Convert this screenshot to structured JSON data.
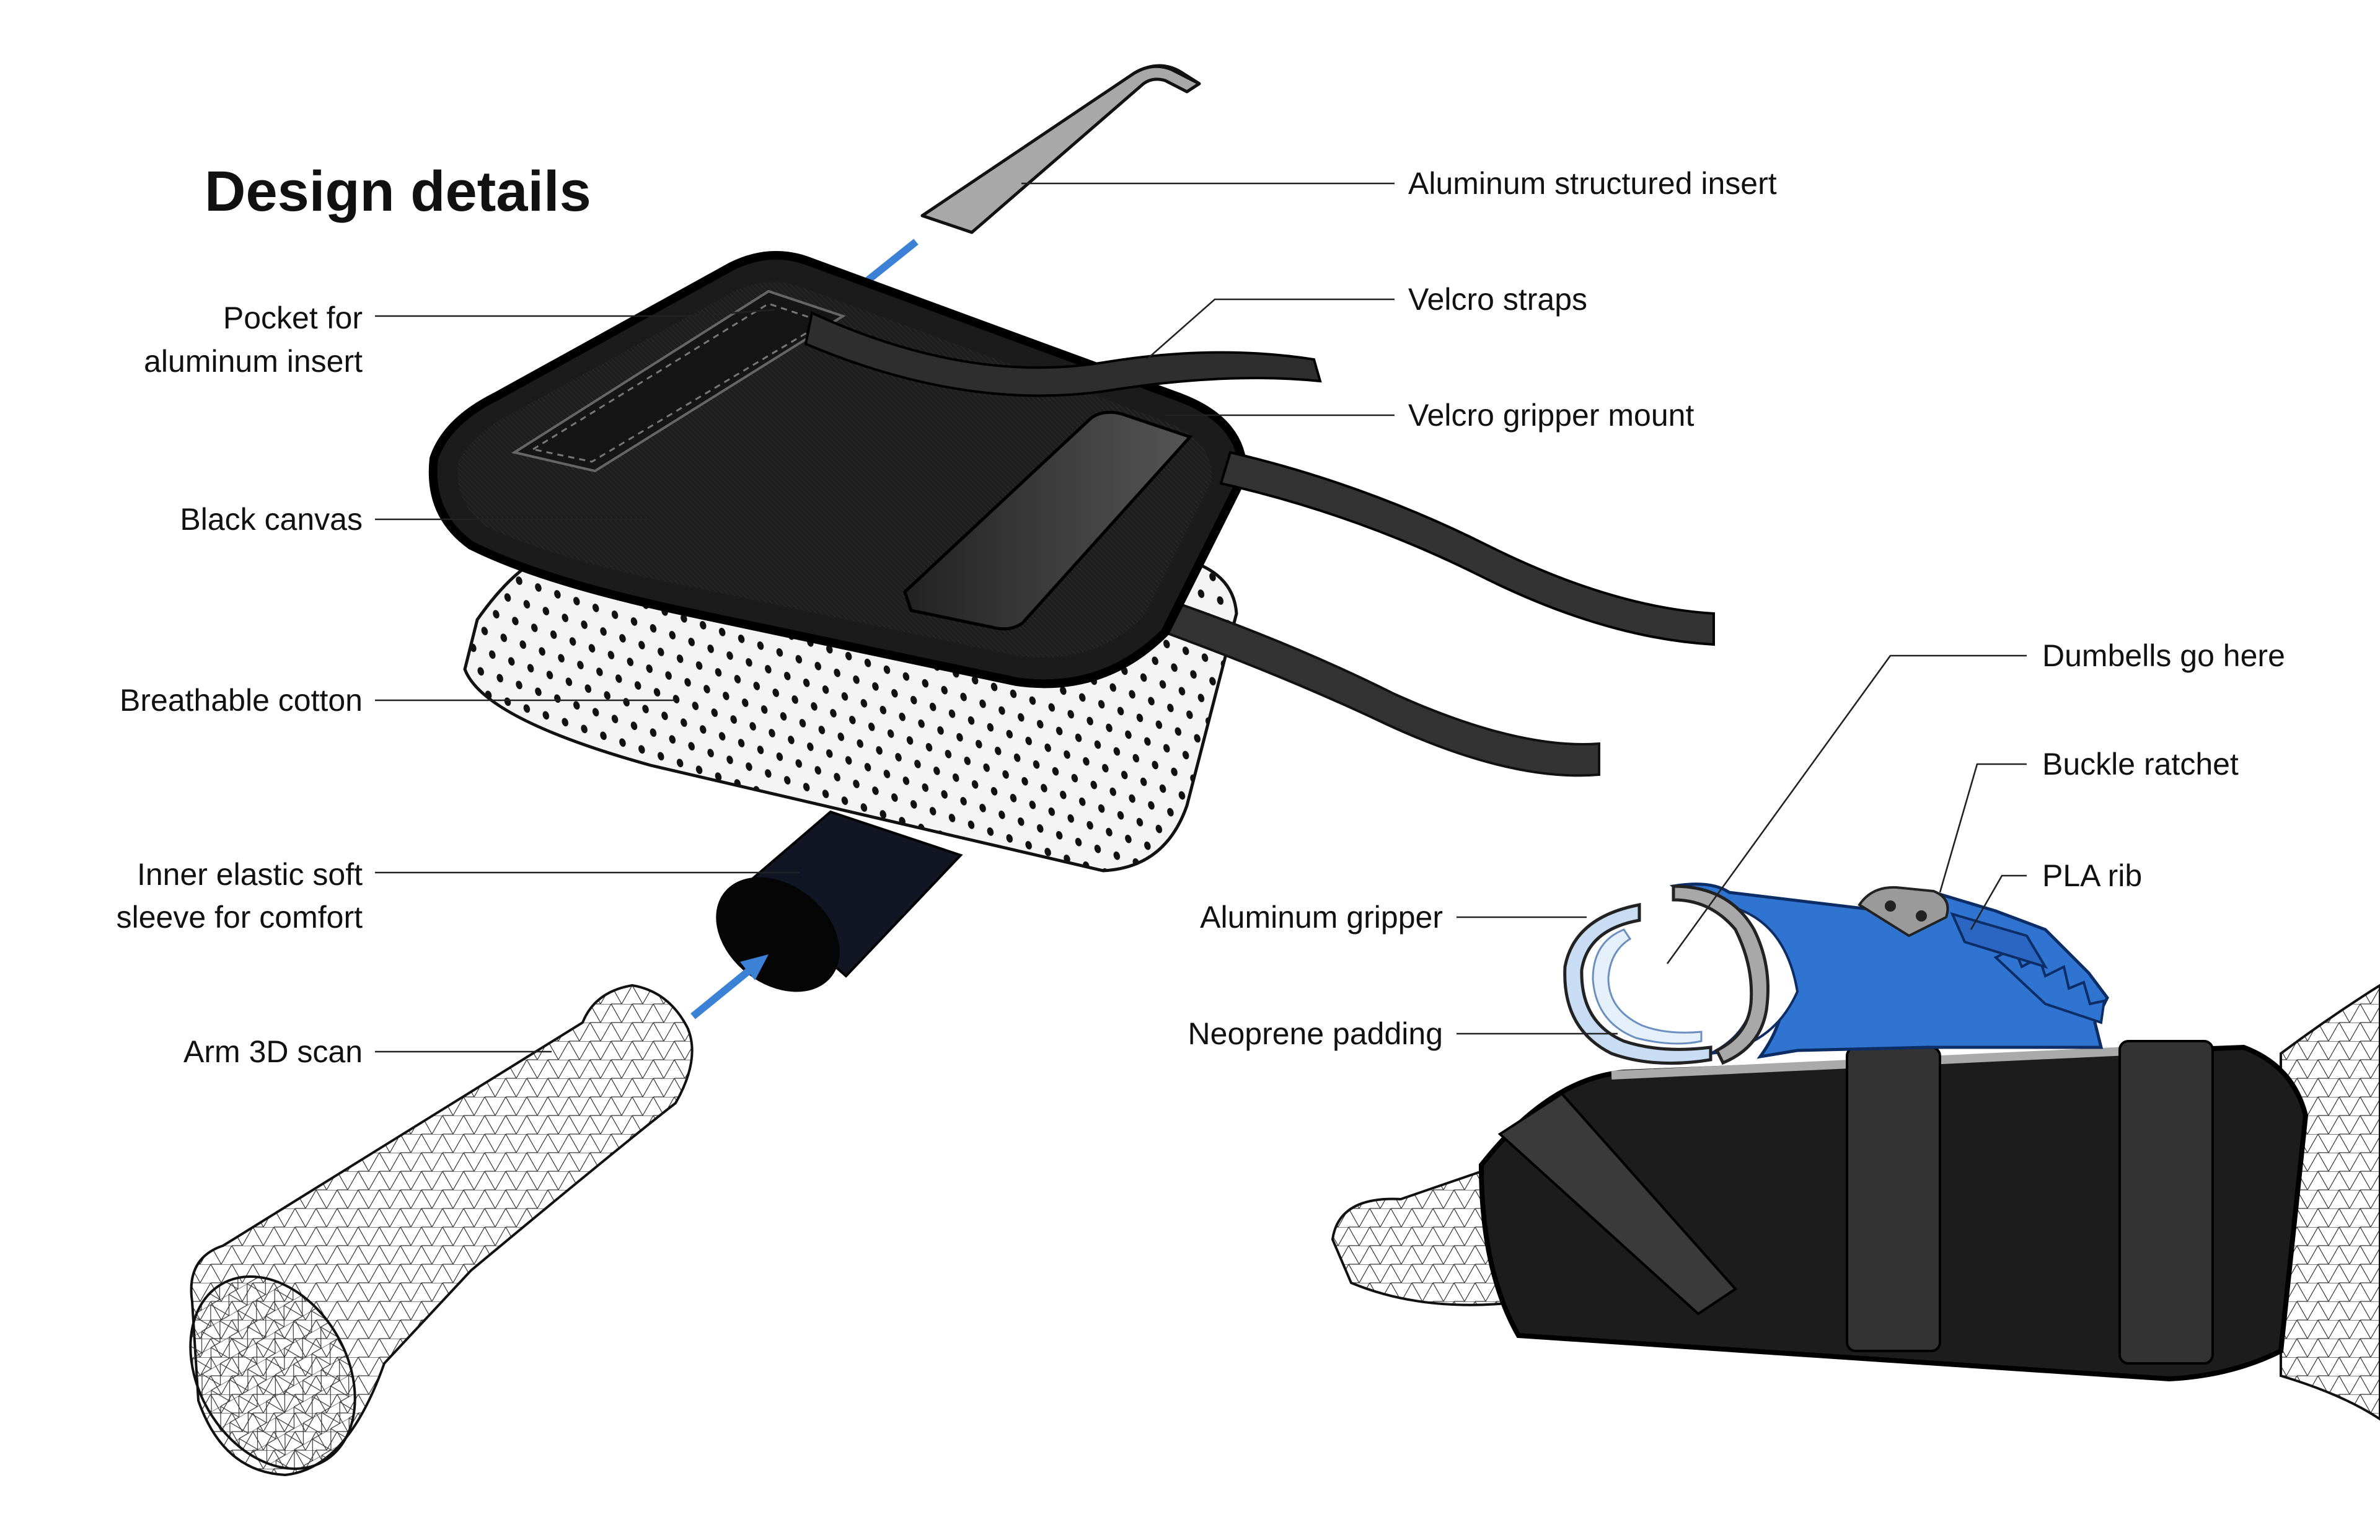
{
  "title": "Design details",
  "labels": {
    "aluminum_insert": "Aluminum structured insert",
    "velcro_straps": "Velcro straps",
    "velcro_gripper_mount": "Velcro gripper mount",
    "pocket_line1": "Pocket for",
    "pocket_line2": "aluminum insert",
    "black_canvas": "Black canvas",
    "breathable_cotton": "Breathable cotton",
    "sleeve_line1": "Inner elastic soft",
    "sleeve_line2": "sleeve for comfort",
    "arm_scan": "Arm 3D scan",
    "dumbbells": "Dumbells go here",
    "buckle_ratchet": "Buckle ratchet",
    "pla_rib": "PLA rib",
    "aluminum_gripper": "Aluminum gripper",
    "neoprene_padding": "Neoprene padding"
  },
  "colors": {
    "arrow": "#3b82d6",
    "canvas": "#1b1b1b",
    "strap": "#333333",
    "aluminum": "#a8a8a8",
    "blue_part": "#2f74d0",
    "light_blue": "#c8dcf4"
  }
}
